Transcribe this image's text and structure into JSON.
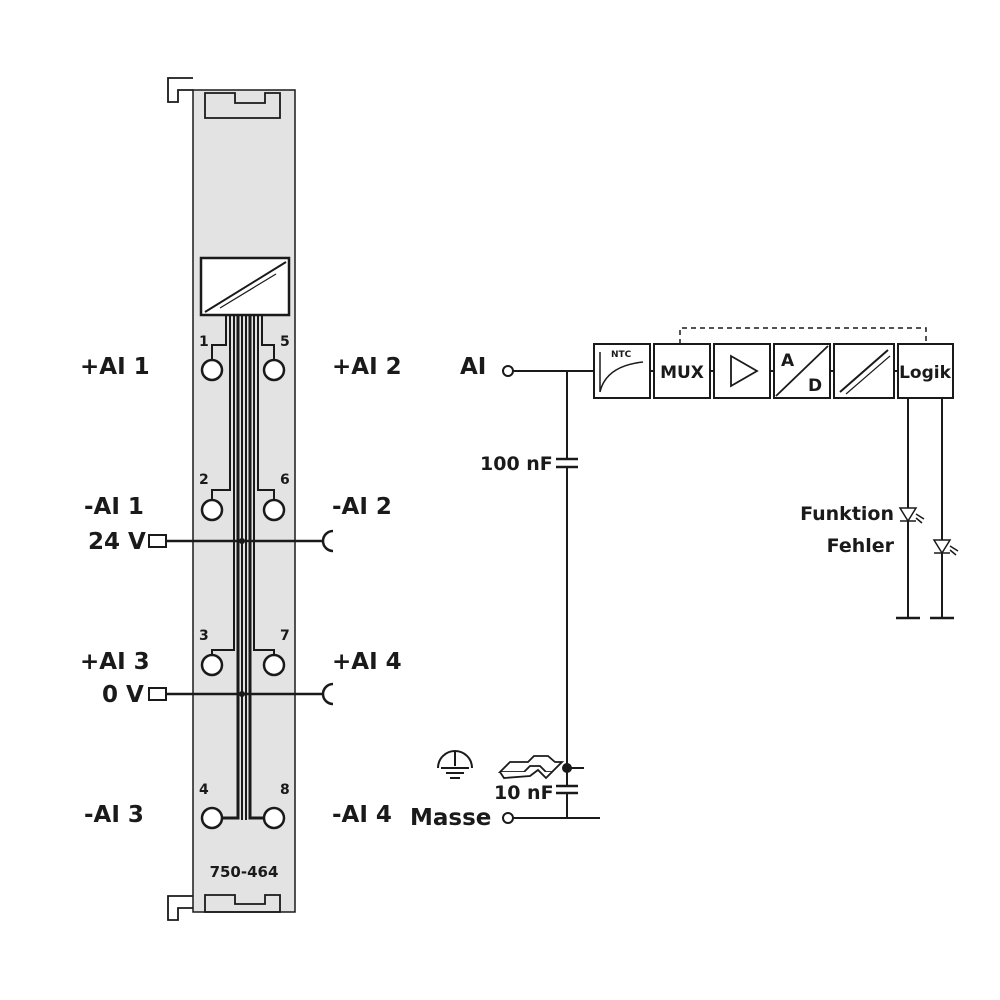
{
  "colors": {
    "line": "#1a1a1a",
    "housing_fill": "#e3e3e3",
    "module_fill": "#ffffff"
  },
  "module": {
    "part_number": "750-464",
    "terminal_numbers": [
      "1",
      "2",
      "3",
      "4",
      "5",
      "6",
      "7",
      "8"
    ],
    "left_labels": [
      "+AI 1",
      "-AI 1",
      "24 V",
      "+AI 3",
      "0 V",
      "-AI 3"
    ],
    "right_labels": [
      "+AI 2",
      "-AI 2",
      "+AI 4",
      "-AI 4"
    ]
  },
  "circuit": {
    "input_label": "AI",
    "ground_label": "Masse",
    "cap_top_label": "100 nF",
    "cap_bottom_label": "10 nF",
    "blocks": {
      "ntc": "NTC",
      "mux": "MUX",
      "adc_a": "A",
      "adc_d": "D",
      "logic": "Logik"
    },
    "led_labels": [
      "Funktion",
      "Fehler"
    ],
    "icons": [
      "ground-symbol-icon",
      "din-rail-icon",
      "amplifier-icon",
      "led-icon"
    ]
  }
}
